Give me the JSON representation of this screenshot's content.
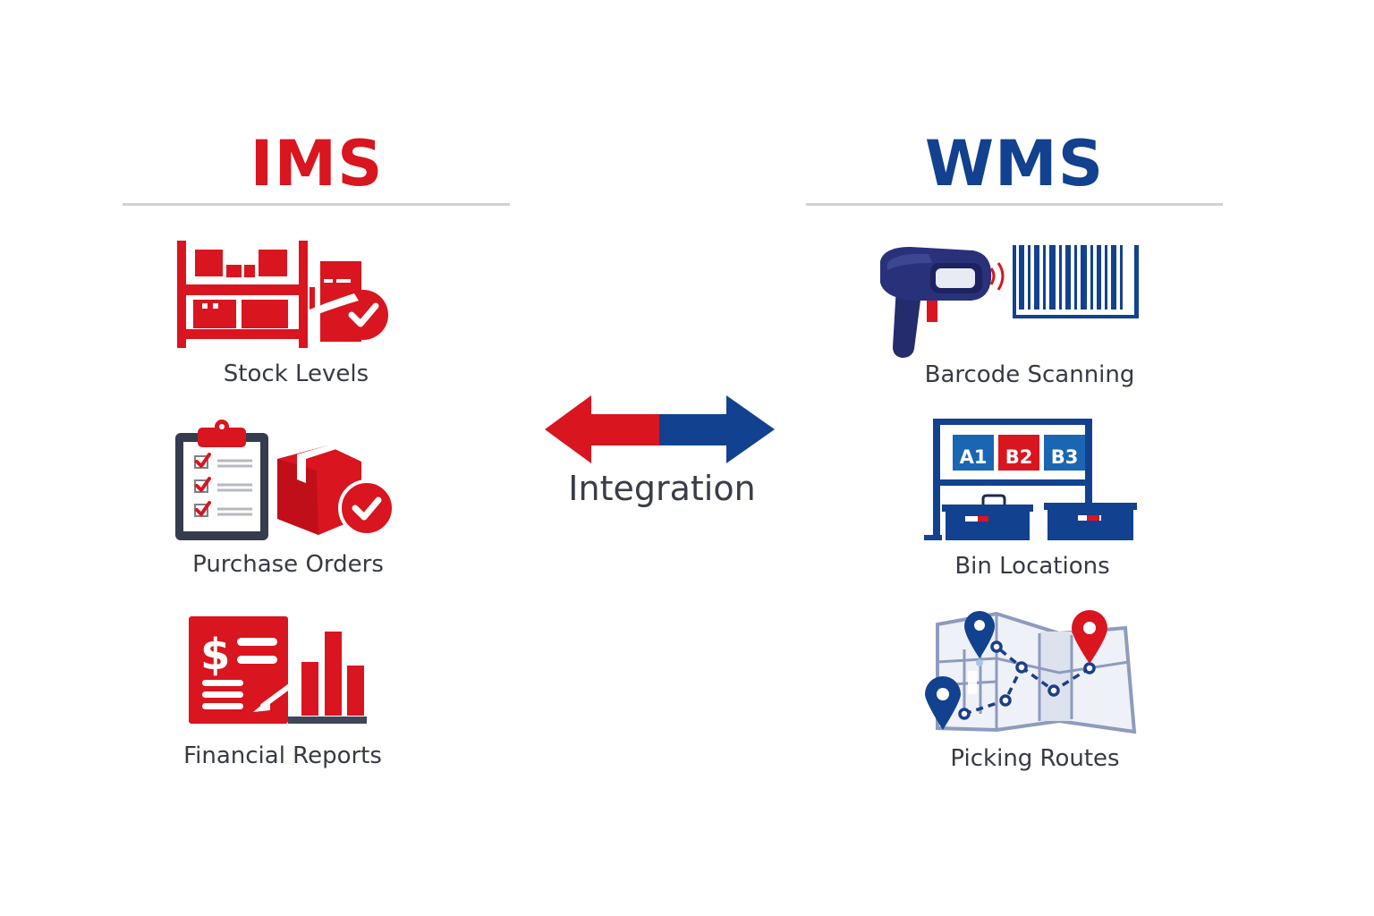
{
  "colors": {
    "ims_red": "#d9151f",
    "wms_blue": "#12418f",
    "text_dark": "#373a45",
    "rule_gray": "#d2d2d4"
  },
  "ims": {
    "title": "IMS",
    "items": [
      {
        "label": "Stock Levels",
        "icon": "shelf-boxes-check-icon"
      },
      {
        "label": "Purchase Orders",
        "icon": "clipboard-box-check-icon"
      },
      {
        "label": "Financial Reports",
        "icon": "dollar-report-bar-chart-icon"
      }
    ]
  },
  "integration": {
    "label": "Integration",
    "icon": "bidirectional-arrow-icon"
  },
  "wms": {
    "title": "WMS",
    "items": [
      {
        "label": "Barcode Scanning",
        "icon": "barcode-scanner-icon"
      },
      {
        "label": "Bin Locations",
        "icon": "bin-shelf-icon",
        "bins": [
          "A1",
          "B2",
          "B3"
        ]
      },
      {
        "label": "Picking Routes",
        "icon": "map-route-pins-icon"
      }
    ]
  }
}
